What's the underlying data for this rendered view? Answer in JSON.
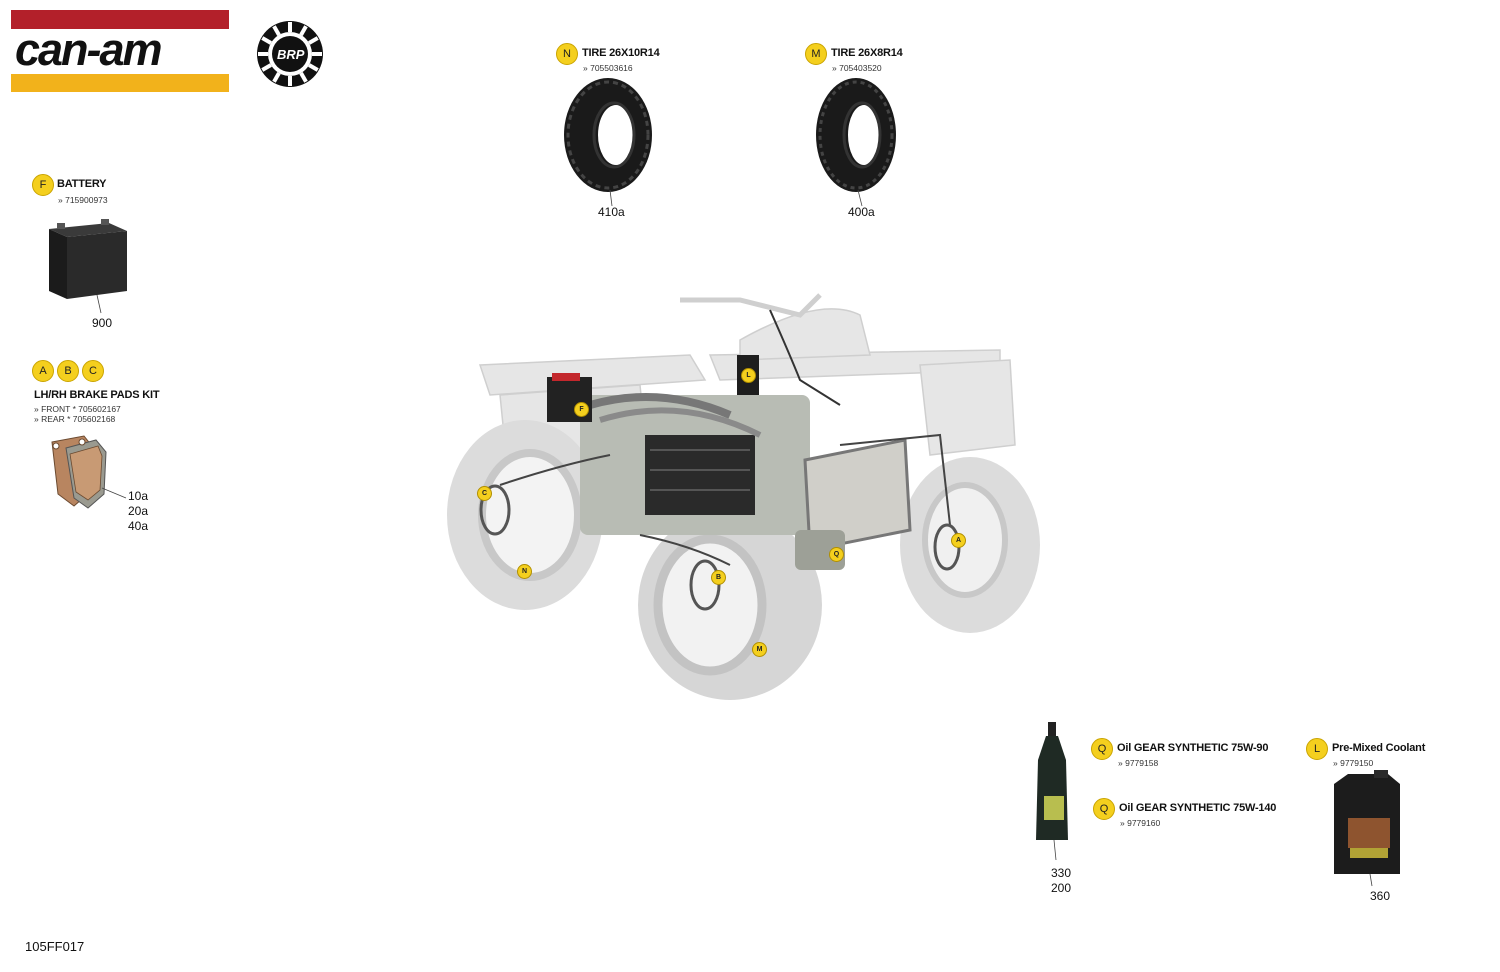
{
  "brand": {
    "canam_text": "can-am",
    "brp_text": "BRP",
    "colors": {
      "red": "#b3202a",
      "yellow": "#f2b21b",
      "badge": "#f4cf1e"
    }
  },
  "parts": {
    "battery": {
      "letter": "F",
      "name": "BATTERY",
      "numbers": [
        "» 715900973"
      ],
      "refs": [
        "900"
      ]
    },
    "brake_pads": {
      "letters": [
        "A",
        "B",
        "C"
      ],
      "name": "LH/RH BRAKE PADS KIT",
      "numbers": [
        "» FRONT * 705602167",
        "» REAR * 705602168"
      ],
      "refs": [
        "10a",
        "20a",
        "40a"
      ]
    },
    "tire_n": {
      "letter": "N",
      "name": "TIRE 26X10R14",
      "numbers": [
        "» 705503616"
      ],
      "refs": [
        "410a"
      ]
    },
    "tire_m": {
      "letter": "M",
      "name": "TIRE 26X8R14",
      "numbers": [
        "» 705403520"
      ],
      "refs": [
        "400a"
      ]
    },
    "oil_90": {
      "letter": "Q",
      "name": "Oil GEAR SYNTHETIC 75W-90",
      "numbers": [
        "» 9779158"
      ]
    },
    "oil_140": {
      "letter": "Q",
      "name": "Oil GEAR SYNTHETIC 75W-140",
      "numbers": [
        "» 9779160"
      ]
    },
    "oil_refs": [
      "330",
      "200"
    ],
    "coolant": {
      "letter": "L",
      "name": "Pre-Mixed Coolant",
      "numbers": [
        "» 9779150"
      ],
      "refs": [
        "360"
      ]
    }
  },
  "callouts": [
    "F",
    "L",
    "C",
    "N",
    "B",
    "M",
    "Q",
    "A"
  ],
  "diagram_id": "105FF017"
}
